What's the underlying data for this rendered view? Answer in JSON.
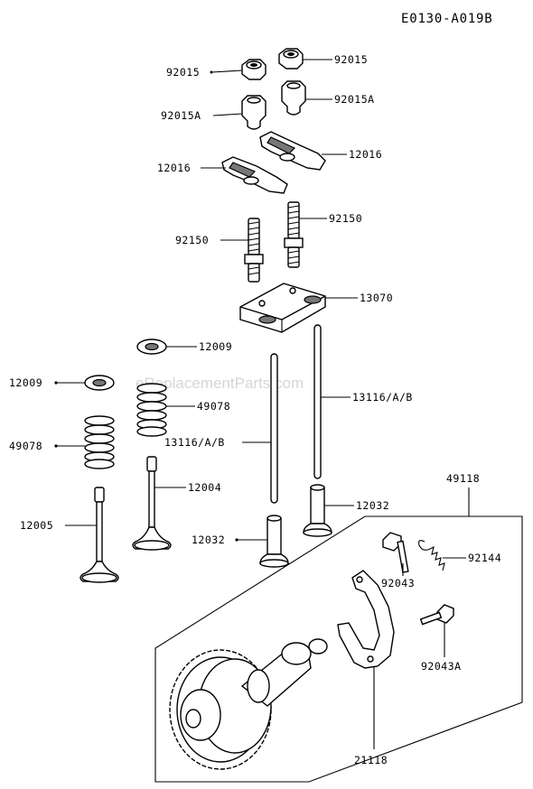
{
  "diagram": {
    "code": "E0130-A019B",
    "watermark": "eReplacementParts.com",
    "labels": {
      "nut_92015_left": "92015",
      "nut_92015_right": "92015",
      "adjuster_92015A_right": "92015A",
      "adjuster_92015A_left": "92015A",
      "rocker_12016_right": "12016",
      "rocker_12016_left": "12016",
      "stud_92150_right": "92150",
      "stud_92150_left": "92150",
      "guide_plate_13070": "13070",
      "retainer_12009_upper": "12009",
      "retainer_12009_lower": "12009",
      "spring_49078_right": "49078",
      "spring_49078_left": "49078",
      "pushrod_13116_right": "13116/A/B",
      "pushrod_13116_left": "13116/A/B",
      "valve_12004": "12004",
      "valve_12005": "12005",
      "tappet_12032_right": "12032",
      "tappet_12032_left": "12032",
      "camshaft_assembly_49118": "49118",
      "spring_92144": "92144",
      "bolt_92043": "92043",
      "bolt_92043A": "92043A",
      "weight_21118": "21118"
    }
  }
}
